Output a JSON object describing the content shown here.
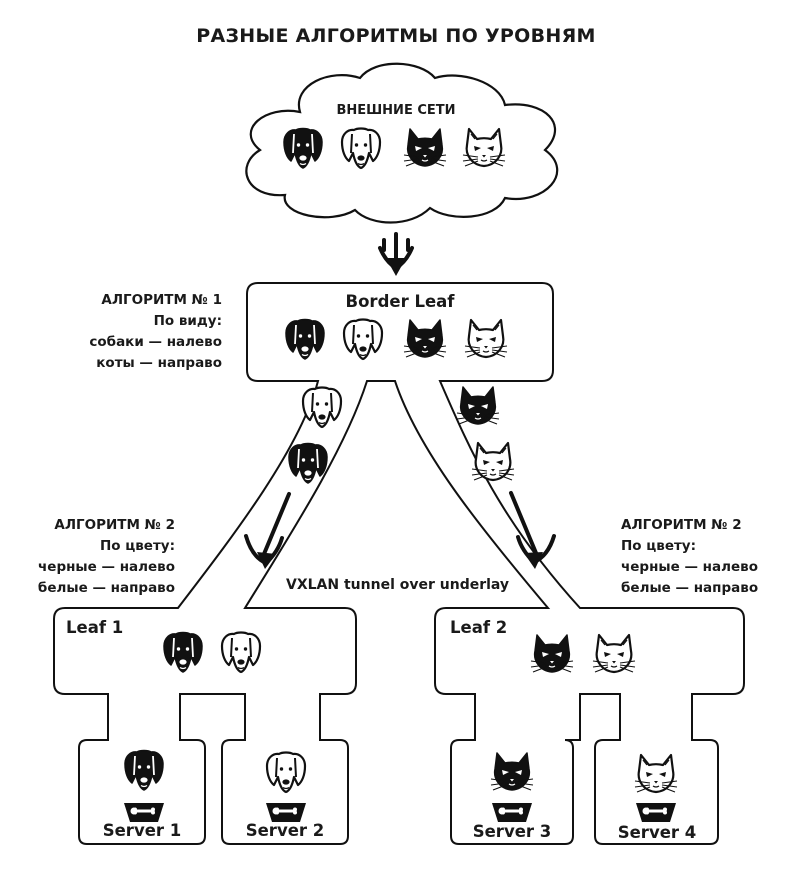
{
  "title": "РАЗНЫЕ АЛГОРИТМЫ ПО УРОВНЯМ",
  "external_networks": {
    "label": "ВНЕШНИЕ СЕТИ",
    "icons": [
      "black-dog-icon",
      "white-dog-icon",
      "black-cat-icon",
      "white-cat-icon"
    ]
  },
  "border_leaf": {
    "label": "Border Leaf",
    "icons": [
      "black-dog-icon",
      "white-dog-icon",
      "black-cat-icon",
      "white-cat-icon"
    ]
  },
  "algorithm_1": {
    "lines": [
      "АЛГОРИТМ № 1",
      "По виду:",
      "собаки — налево",
      "коты — направо"
    ]
  },
  "algorithm_2_left": {
    "lines": [
      "АЛГОРИТМ № 2",
      "По цвету:",
      "черные — налево",
      "белые — направо"
    ]
  },
  "algorithm_2_right": {
    "lines": [
      "АЛГОРИТМ № 2",
      "По цвету:",
      "черные — налево",
      "белые — направо"
    ]
  },
  "tunnel_label": "VXLAN tunnel over underlay",
  "leaf_1": {
    "label": "Leaf 1",
    "icons": [
      "black-dog-icon",
      "white-dog-icon"
    ]
  },
  "leaf_2": {
    "label": "Leaf 2",
    "icons": [
      "black-cat-icon",
      "white-cat-icon"
    ]
  },
  "servers": [
    {
      "label": "Server 1",
      "icon": "black-dog-icon"
    },
    {
      "label": "Server 2",
      "icon": "white-dog-icon"
    },
    {
      "label": "Server 3",
      "icon": "black-cat-icon"
    },
    {
      "label": "Server 4",
      "icon": "white-cat-icon"
    }
  ],
  "colors": {
    "ink": "#1a1a1a",
    "background": "#ffffff"
  }
}
